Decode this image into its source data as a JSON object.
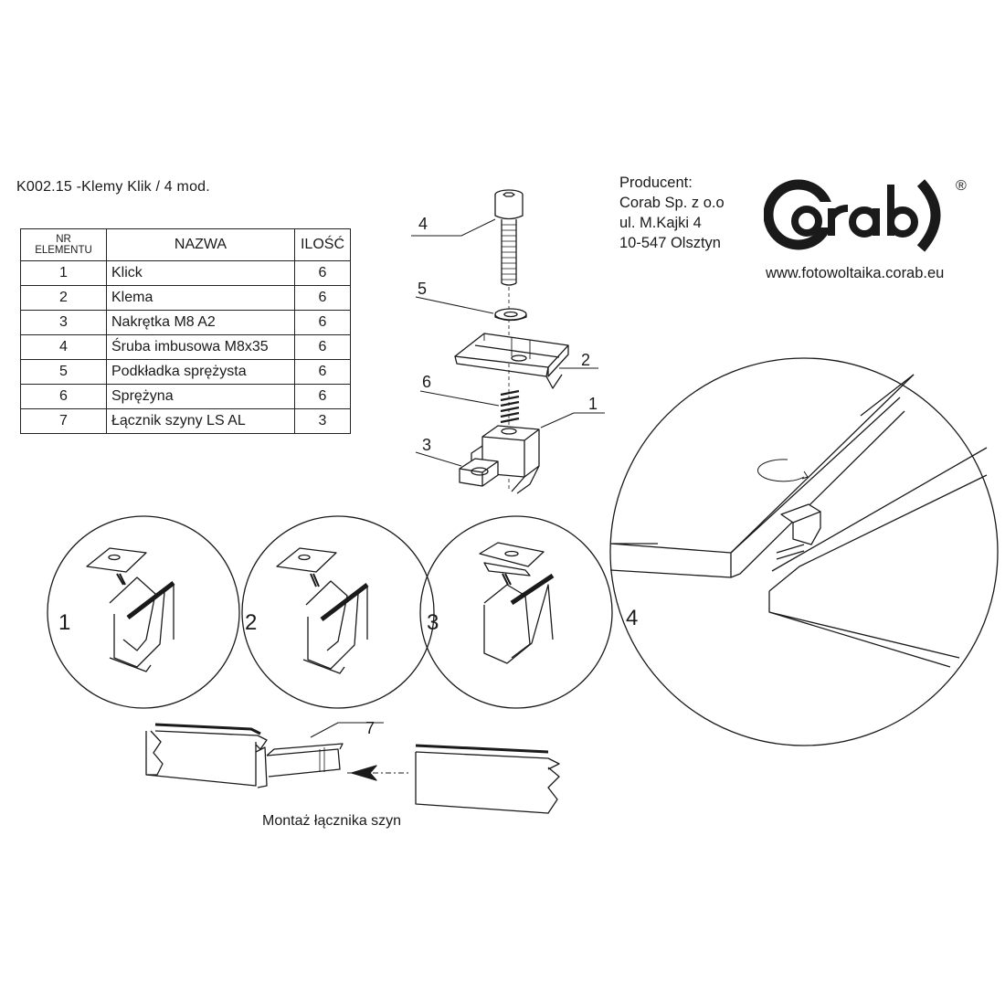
{
  "title": "K002.15 -Klemy Klik / 4 mod.",
  "producer": {
    "heading": "Producent:",
    "company": "Corab Sp. z o.o",
    "street": "ul. M.Kajki 4",
    "city": "10-547 Olsztyn"
  },
  "logo": {
    "text": "Corab",
    "registered": "®"
  },
  "website": "www.fotowoltaika.corab.eu",
  "table": {
    "headers": {
      "nr_line1": "NR",
      "nr_line2": "ELEMENTU",
      "name": "NAZWA",
      "qty": "ILOŚĆ"
    },
    "rows": [
      {
        "nr": "1",
        "name": "Klick",
        "qty": "6"
      },
      {
        "nr": "2",
        "name": "Klema",
        "qty": "6"
      },
      {
        "nr": "3",
        "name": "Nakrętka M8 A2",
        "qty": "6"
      },
      {
        "nr": "4",
        "name": "Śruba imbusowa M8x35",
        "qty": "6"
      },
      {
        "nr": "5",
        "name": "Podkładka sprężysta",
        "qty": "6"
      },
      {
        "nr": "6",
        "name": "Sprężyna",
        "qty": "6"
      },
      {
        "nr": "7",
        "name": "Łącznik szyny LS AL",
        "qty": "3"
      }
    ]
  },
  "callouts": {
    "c1": "1",
    "c2": "2",
    "c3": "3",
    "c4": "4",
    "c5": "5",
    "c6": "6",
    "c7": "7"
  },
  "steps": {
    "s1": "1",
    "s2": "2",
    "s3": "3",
    "s4": "4"
  },
  "caption": "Montaż łącznika szyn"
}
